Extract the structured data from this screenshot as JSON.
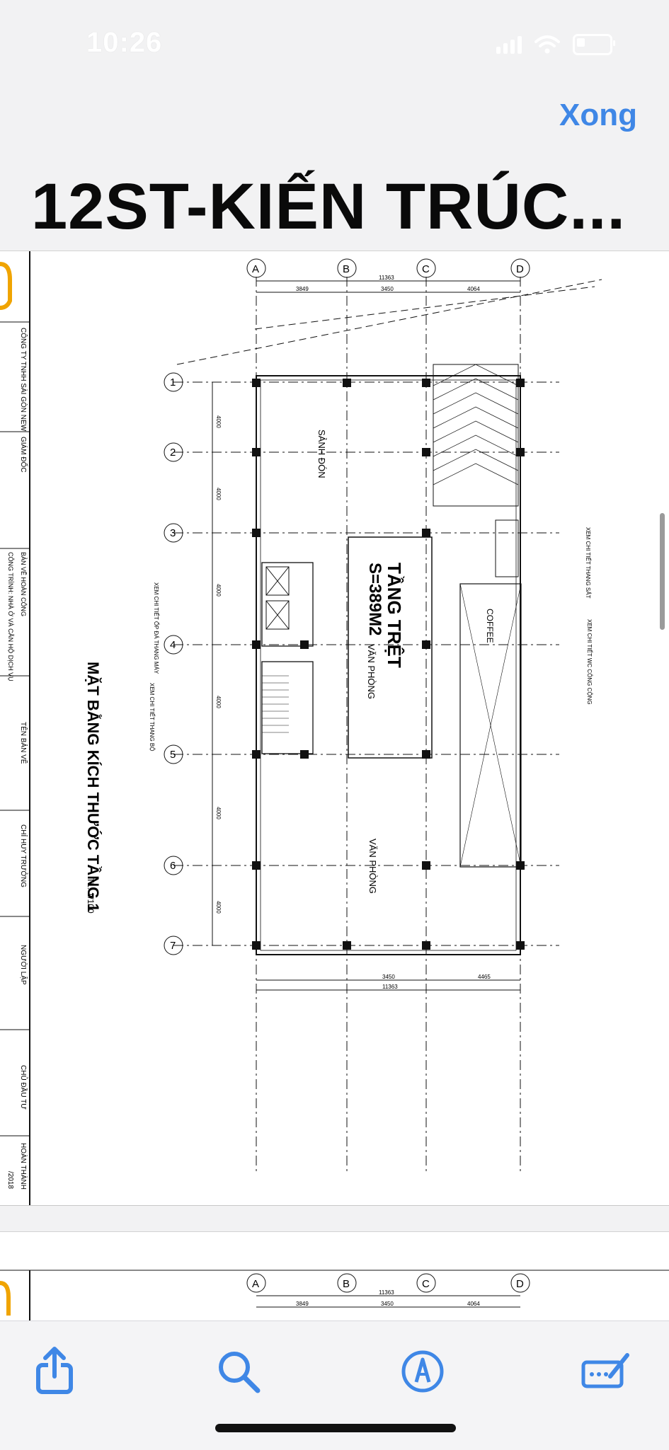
{
  "status": {
    "time": "10:26"
  },
  "nav": {
    "done_label": "Xong"
  },
  "document": {
    "title": "12ST-KIẾN TRÚC...",
    "title_block": {
      "company": "CÔNG TY TNHH SÀI GÒN NEW",
      "director": "GIÁM ĐỐC",
      "project": "CÔNG TRÌNH: NHÀ Ở VÀ CĂN HỘ DỊCH VỤ",
      "drawing_type": "BẢN VẼ HOÀN CÔNG",
      "drawing_name": "TÊN BẢN VẼ",
      "supervisor": "CHỈ HUY TRƯỞNG",
      "drafter": "NGƯỜI LẬP",
      "owner": "CHỦ ĐẦU TƯ",
      "completed": "HOÀN THÀNH",
      "date": "/2018"
    },
    "drawing_title": "MẶT BẰNG KÍCH THƯỚC TẦNG 1",
    "scale": "TL: 1/100",
    "floor_label": "TẦNG TRỆT",
    "area_label": "S=389M2",
    "rooms": [
      "SẢNH ĐÓN",
      "VĂN PHÒNG",
      "VĂN PHÒNG",
      "COFFEE"
    ],
    "column_grid": [
      "A",
      "B",
      "C",
      "D"
    ],
    "row_grid": [
      "1",
      "2",
      "3",
      "4",
      "5",
      "6",
      "7"
    ],
    "top_dims": {
      "total": "11363",
      "ab": "3849",
      "bc": "3450",
      "cd": "4064"
    },
    "bottom_dims": {
      "ab": "3450",
      "cd": "4465",
      "total": "11363"
    },
    "row_dims": [
      "4000",
      "4000",
      "4000",
      "4000",
      "4000",
      "4000"
    ],
    "notes": {
      "lift": "XEM CHI TIẾT ỐP ĐÁ THANG MÁY",
      "stair": "XEM CHI TIẾT THANG BỘ",
      "stair2": "XEM CHI TIẾT THANG SẮT",
      "wc": "XEM CHI TIẾT WC CÔNG CỘNG"
    }
  },
  "toolbar": {
    "share": "share-icon",
    "search": "search-icon",
    "markup": "markup-icon",
    "annotate": "annotate-icon"
  },
  "colors": {
    "accent": "#3f87e6",
    "background": "#f2f2f3"
  }
}
